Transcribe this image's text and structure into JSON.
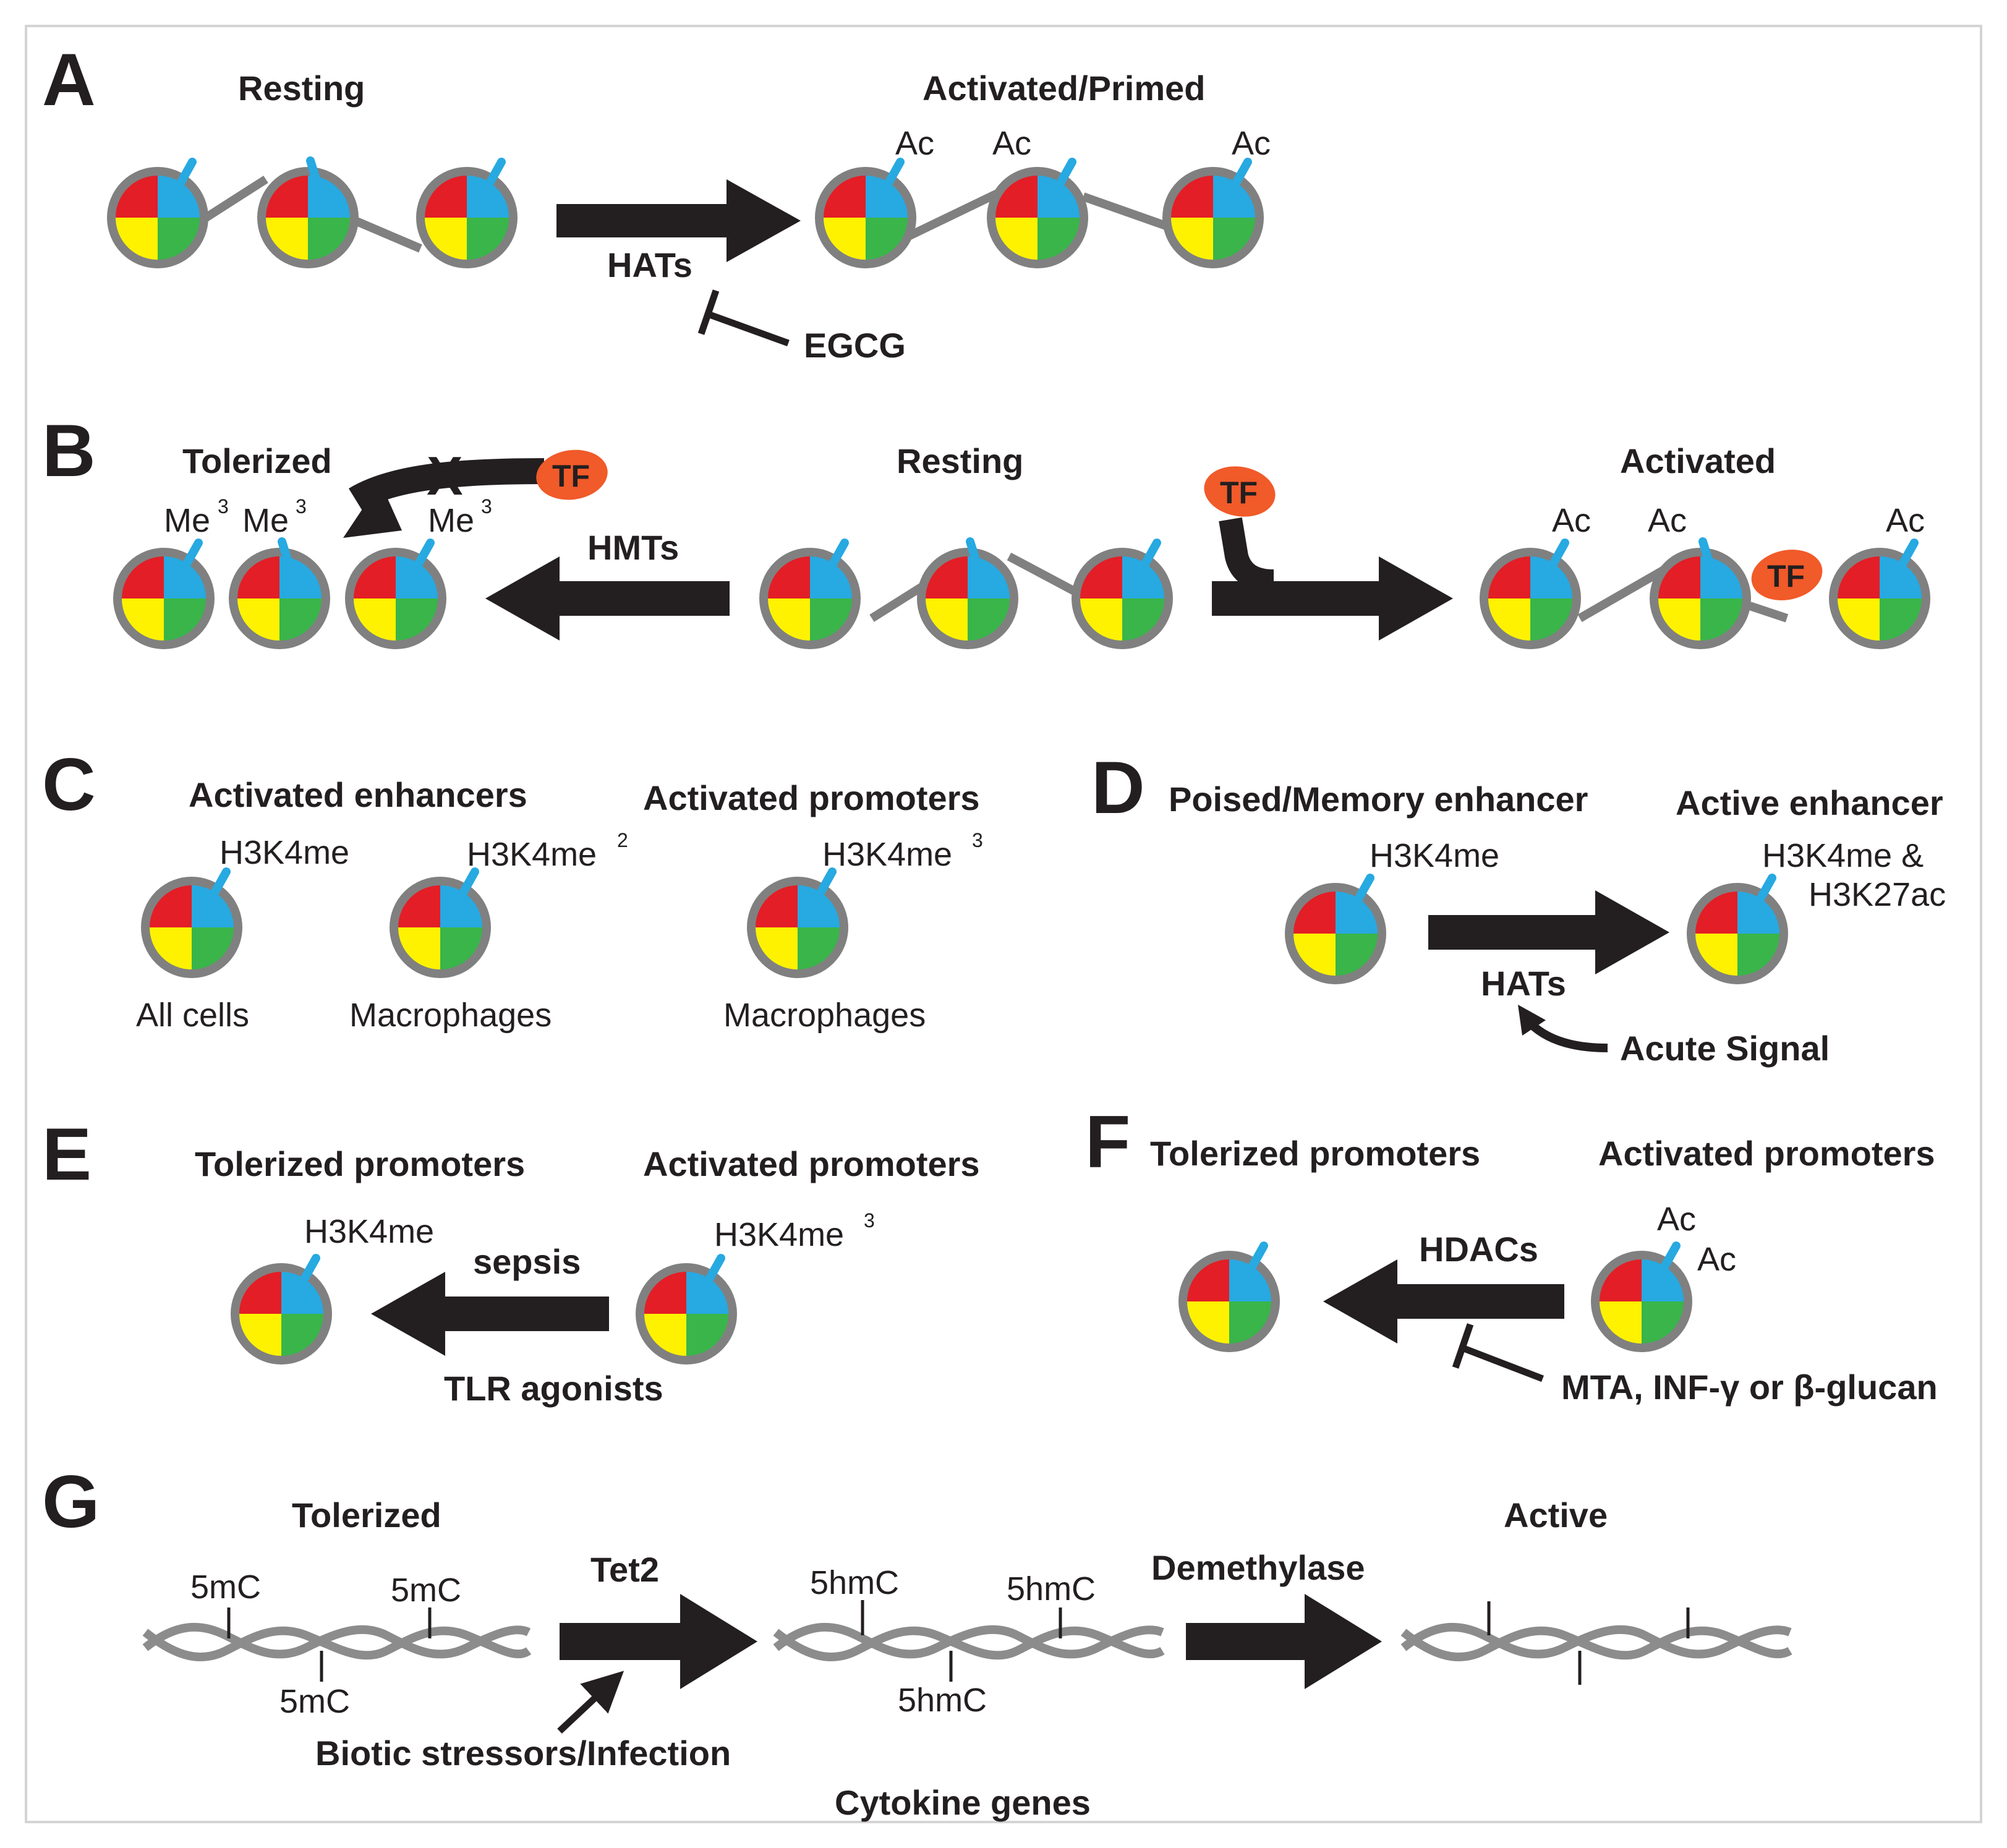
{
  "panels": {
    "A": {
      "letter": "A",
      "left_title": "Resting",
      "right_title": "Activated/Primed",
      "mark_ac": "Ac",
      "enzyme": "HATs",
      "inhibitor": "EGCG"
    },
    "B": {
      "letter": "B",
      "left_title": "Tolerized",
      "mid_title": "Resting",
      "right_title": "Activated",
      "mark_me": "Me",
      "mark_me_sup": "3",
      "mark_ac": "Ac",
      "enzyme": "HMTs",
      "tf": "TF",
      "block": "X"
    },
    "C": {
      "letter": "C",
      "title_enhancers": "Activated enhancers",
      "title_promoters": "Activated promoters",
      "mark1": "H3K4me",
      "mark2": "H3K4me",
      "mark2_sup": "2",
      "mark3": "H3K4me",
      "mark3_sup": "3",
      "cell1": "All cells",
      "cell2": "Macrophages",
      "cell3": "Macrophages"
    },
    "D": {
      "letter": "D",
      "left_title": "Poised/Memory enhancer",
      "right_title": "Active enhancer",
      "left_mark": "H3K4me",
      "right_mark_line1": "H3K4me &",
      "right_mark_line2": "H3K27ac",
      "enzyme": "HATs",
      "signal": "Acute Signal"
    },
    "E": {
      "letter": "E",
      "left_title": "Tolerized promoters",
      "right_title": "Activated promoters",
      "left_mark": "H3K4me",
      "right_mark": "H3K4me",
      "right_mark_sup": "3",
      "above_arrow": "sepsis",
      "below_arrow": "TLR agonists"
    },
    "F": {
      "letter": "F",
      "left_title": "Tolerized promoters",
      "right_title": "Activated promoters",
      "mark_ac": "Ac",
      "enzyme": "HDACs",
      "inhibitors": "MTA, INF-γ or β-glucan"
    },
    "G": {
      "letter": "G",
      "left_title": "Tolerized",
      "right_title": "Active",
      "mark_5mc": "5mC",
      "mark_5hmc": "5hmC",
      "enzyme1": "Tet2",
      "enzyme2": "Demethylase",
      "stressor": "Biotic stressors/Infection",
      "footer": "Cytokine genes"
    }
  },
  "colors": {
    "q_red": "#e31e26",
    "q_blue": "#27a9e1",
    "q_yellow": "#fef200",
    "q_green": "#39b54a",
    "rim": "#808080",
    "tf": "#f15a29",
    "arrow": "#231f20",
    "dna": "#8c8c8c"
  },
  "icons": {
    "nucleosome": "nucleosome-icon",
    "tf": "transcription-factor-icon",
    "dna": "dna-helix-icon"
  }
}
